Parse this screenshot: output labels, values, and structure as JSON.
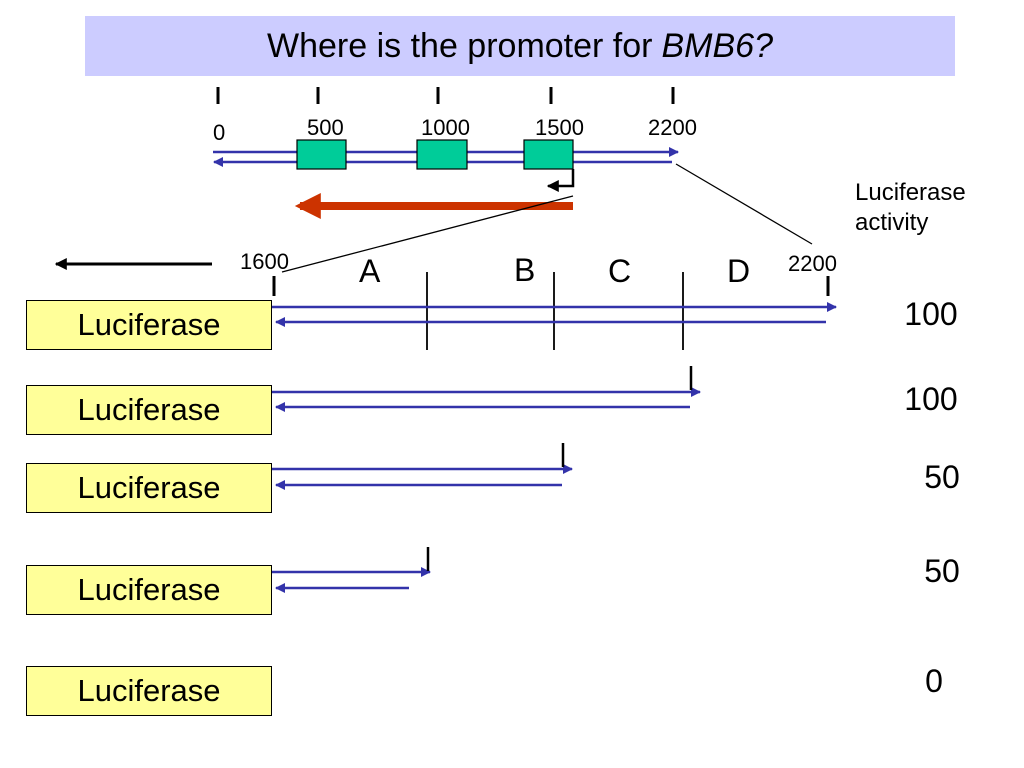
{
  "title": {
    "prefix": "Where is the promoter for",
    "gene": "BMB6?"
  },
  "gene_map": {
    "ticks": [
      "0",
      "500",
      "1000",
      "1500",
      "2200"
    ]
  },
  "zoom": {
    "start": "1600",
    "end": "2200",
    "regions": [
      "A",
      "B",
      "C",
      "D"
    ]
  },
  "activity_header": "Luciferase\nactivity",
  "constructs": [
    {
      "label": "Luciferase",
      "activity": "100"
    },
    {
      "label": "Luciferase",
      "activity": "100"
    },
    {
      "label": "Luciferase",
      "activity": "50"
    },
    {
      "label": "Luciferase",
      "activity": "50"
    },
    {
      "label": "Luciferase",
      "activity": "0"
    }
  ],
  "colors": {
    "dna": "#3333aa",
    "exon_fill": "#00cc99",
    "transcription_arrow": "#cc3300",
    "title_bg": "#ccccff",
    "luciferase_bg": "#ffff99"
  }
}
